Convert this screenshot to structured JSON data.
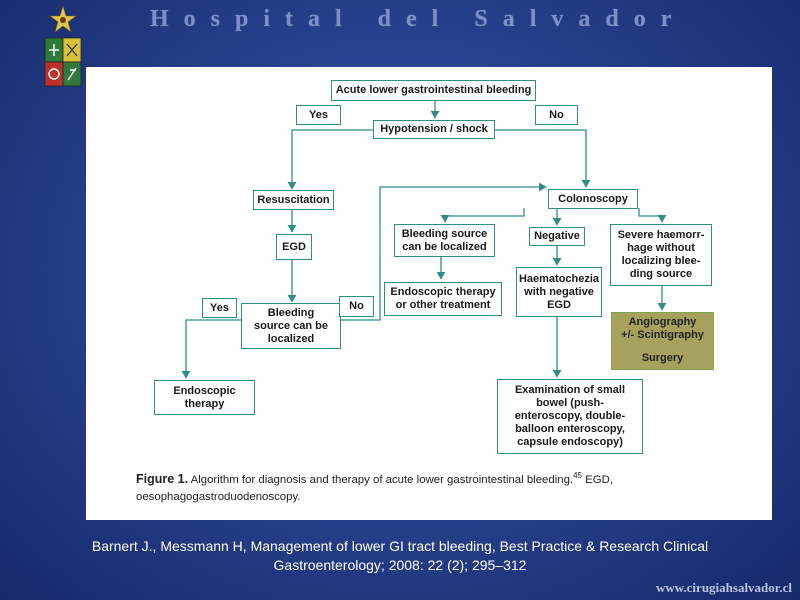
{
  "header": {
    "title": "Hospital del Salvador"
  },
  "diagram": {
    "acute": "Acute lower gastrointestinal bleeding",
    "yes_top": "Yes",
    "no_top": "No",
    "hypotension": "Hypotension / shock",
    "resuscitation": "Resuscitation",
    "colonoscopy": "Colonoscopy",
    "egd": "EGD",
    "bleeding_localized_left": "Bleeding\nsource can be\nlocalized",
    "yes_left": "Yes",
    "no_left": "No",
    "endoscopic_therapy": "Endoscopic\ntherapy",
    "bleeding_localized_center": "Bleeding source\ncan be localized",
    "endoscopic_other": "Endoscopic therapy\nor other treatment",
    "negative": "Negative",
    "haematochezia": "Haematochezia\nwith negative\nEGD",
    "severe": "Severe haemorr-\nhage without\nlocalizing blee-\nding source",
    "angiography": "Angiography",
    "scintigraphy": "+/- Scintigraphy",
    "surgery": "Surgery",
    "examination": "Examination of small\nbowel (push-\nenteroscopy, double-\nballoon enteroscopy,\ncapsule endoscopy)"
  },
  "caption": {
    "label": "Figure 1.",
    "text": " Algorithm for diagnosis and therapy of acute lower gastrointestinal bleeding.",
    "ref": "45",
    "text2": " EGD, oesophagogastroduodenoscopy."
  },
  "citation": {
    "line1": "Barnert J.,  Messmann H, Management of lower GI tract bleeding, Best Practice & Research Clinical",
    "line2": "Gastroenterology; 2008: 22 (2); 295–312"
  },
  "footer": {
    "site": "www.cirugiahsalvador.cl"
  },
  "colors": {
    "line": "#2e8f8a",
    "olive": "#a6a25e",
    "background": "#2a4390"
  }
}
